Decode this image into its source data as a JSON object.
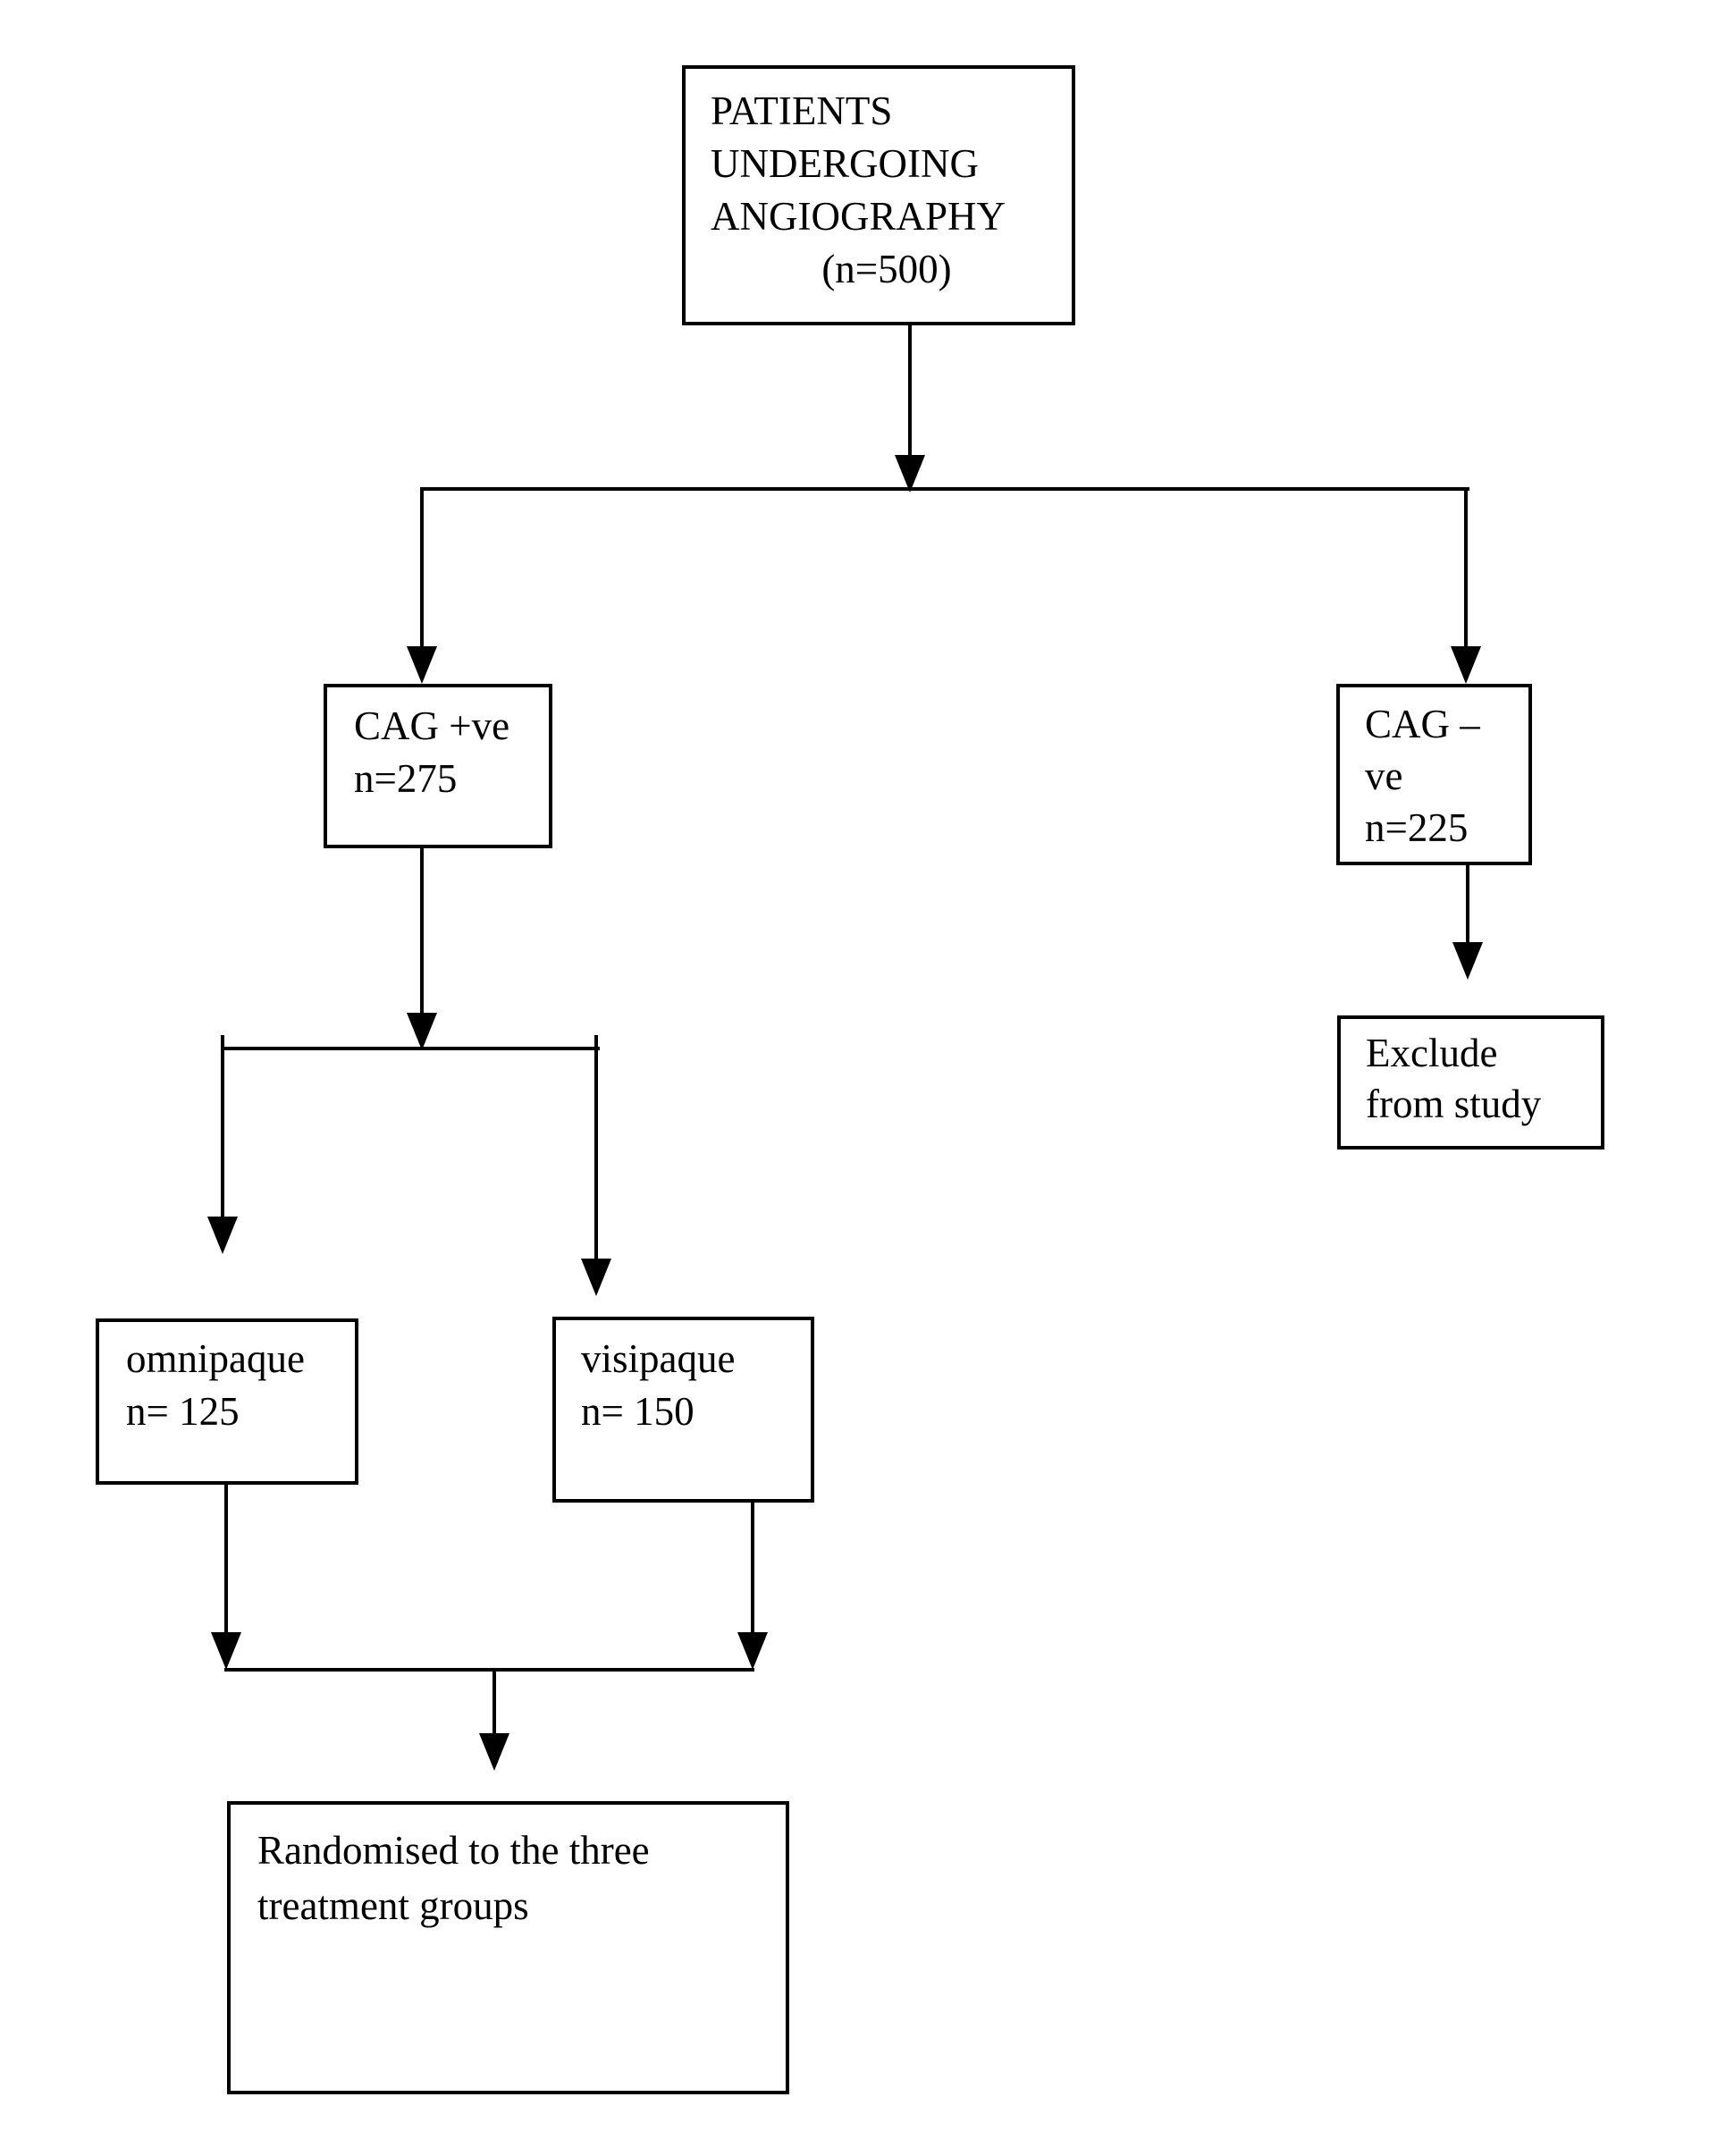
{
  "diagram": {
    "type": "flowchart",
    "colors": {
      "line": "#000000",
      "background": "#ffffff",
      "text": "#000000"
    },
    "nodes": {
      "patients": {
        "lines": [
          "PATIENTS",
          "UNDERGOING",
          "ANGIOGRAPHY",
          "(n=500)"
        ]
      },
      "cag_positive": {
        "lines": [
          "CAG +ve",
          "n=275"
        ]
      },
      "cag_negative": {
        "lines": [
          "CAG –",
          "ve",
          "n=225"
        ]
      },
      "exclude": {
        "lines": [
          "Exclude",
          "from study"
        ]
      },
      "omnipaque": {
        "lines": [
          "omnipaque",
          "n= 125"
        ]
      },
      "visipaque": {
        "lines": [
          "visipaque",
          "n= 150"
        ]
      },
      "randomised": {
        "lines": [
          "Randomised to the three",
          "treatment groups"
        ]
      }
    },
    "edges": [
      "patients -> cag_positive",
      "patients -> cag_negative",
      "cag_negative -> exclude",
      "cag_positive -> omnipaque",
      "cag_positive -> visipaque",
      "omnipaque -> randomised",
      "visipaque -> randomised"
    ]
  }
}
